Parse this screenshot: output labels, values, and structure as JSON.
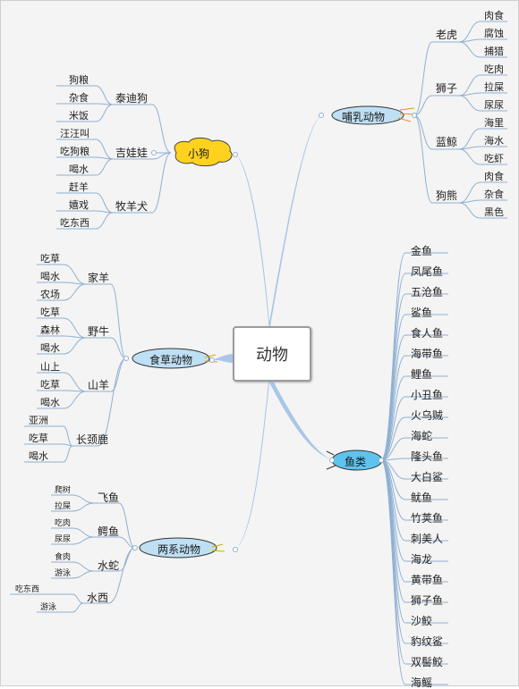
{
  "center": "动物",
  "branches": {
    "dog": {
      "label": "小狗",
      "groups": [
        {
          "name": "泰迪狗",
          "leaves": [
            "狗粮",
            "杂食",
            "米饭"
          ]
        },
        {
          "name": "吉娃娃",
          "leaves": [
            "汪汪叫",
            "吃狗粮",
            "喝水"
          ]
        },
        {
          "name": "牧羊犬",
          "leaves": [
            "赶羊",
            "嬉戏",
            "吃东西"
          ]
        }
      ]
    },
    "herbivore": {
      "label": "食草动物",
      "groups": [
        {
          "name": "家羊",
          "leaves": [
            "吃草",
            "喝水",
            "农场"
          ]
        },
        {
          "name": "野牛",
          "leaves": [
            "吃草",
            "森林",
            "喝水"
          ]
        },
        {
          "name": "山羊",
          "leaves": [
            "山上",
            "吃草",
            "喝水"
          ]
        },
        {
          "name": "长颈鹿",
          "leaves": [
            "亚洲",
            "吃草",
            "喝水"
          ]
        }
      ]
    },
    "amphibian": {
      "label": "两系动物",
      "groups": [
        {
          "name": "飞鱼",
          "leaves": [
            "爬树",
            "拉屎"
          ]
        },
        {
          "name": "鳄鱼",
          "leaves": [
            "吃肉",
            "尿尿"
          ]
        },
        {
          "name": "水蛇",
          "leaves": [
            "食肉",
            "游泳"
          ]
        },
        {
          "name": "水西",
          "leaves": [
            "吃东西",
            "游泳"
          ]
        }
      ]
    },
    "mammal": {
      "label": "哺乳动物",
      "groups": [
        {
          "name": "老虎",
          "leaves": [
            "肉食",
            "腐蚀",
            "捕猎"
          ]
        },
        {
          "name": "狮子",
          "leaves": [
            "吃肉",
            "拉屎",
            "尿尿"
          ]
        },
        {
          "name": "蓝鲸",
          "leaves": [
            "海里",
            "海水",
            "吃虾"
          ]
        },
        {
          "name": "狗熊",
          "leaves": [
            "肉食",
            "杂食",
            "黑色"
          ]
        }
      ]
    },
    "fish": {
      "label": "鱼类",
      "items": [
        "金鱼",
        "凤尾鱼",
        "五沧鱼",
        "鲨鱼",
        "食人鱼",
        "海带鱼",
        "鲤鱼",
        "小丑鱼",
        "火乌贼",
        "海蛇",
        "隆头鱼",
        "大白鲨",
        "鱿鱼",
        "竹荚鱼",
        "刺美人",
        "海龙",
        "黄带鱼",
        "狮子鱼",
        "沙鲛",
        "豹纹鲨",
        "双髻鲛",
        "海鳐"
      ]
    }
  },
  "colors": {
    "trunk": "#a9c6e6",
    "connector": "#8fb0d3",
    "dog_fill": "#ffd21f",
    "bubble_fill": "#bfe0f4",
    "fish_fill": "#5ec3ee"
  }
}
